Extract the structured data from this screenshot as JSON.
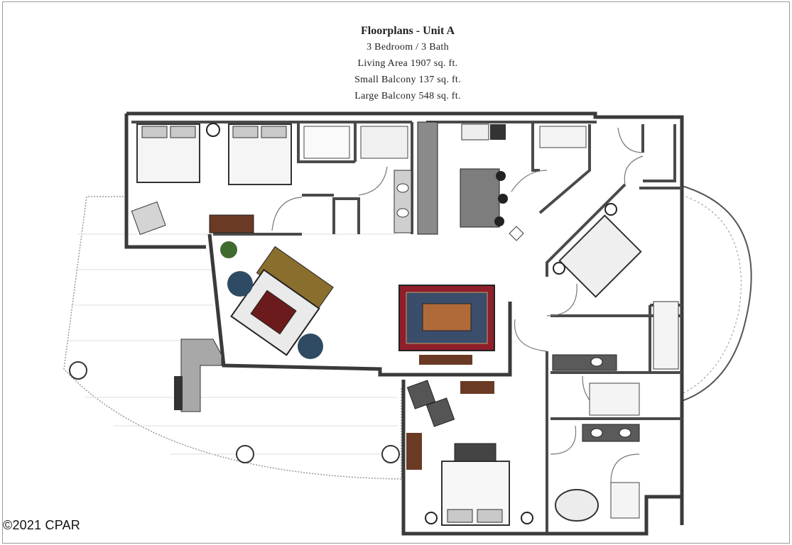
{
  "header": {
    "title": "Floorplans - Unit A",
    "rooms": "3 Bedroom / 3 Bath",
    "living_area": "Living Area 1907 sq. ft.",
    "small_balcony": "Small Balcony 137 sq. ft.",
    "large_balcony": "Large Balcony 548 sq. ft."
  },
  "footer": {
    "copyright": "©2021 CPAR"
  },
  "colors": {
    "wall": "#3a3a3a",
    "rug_red": "#8e1f2b",
    "wood": "#6b3a24",
    "teal": "#2f4a63",
    "tile": "#e8e8e8"
  }
}
